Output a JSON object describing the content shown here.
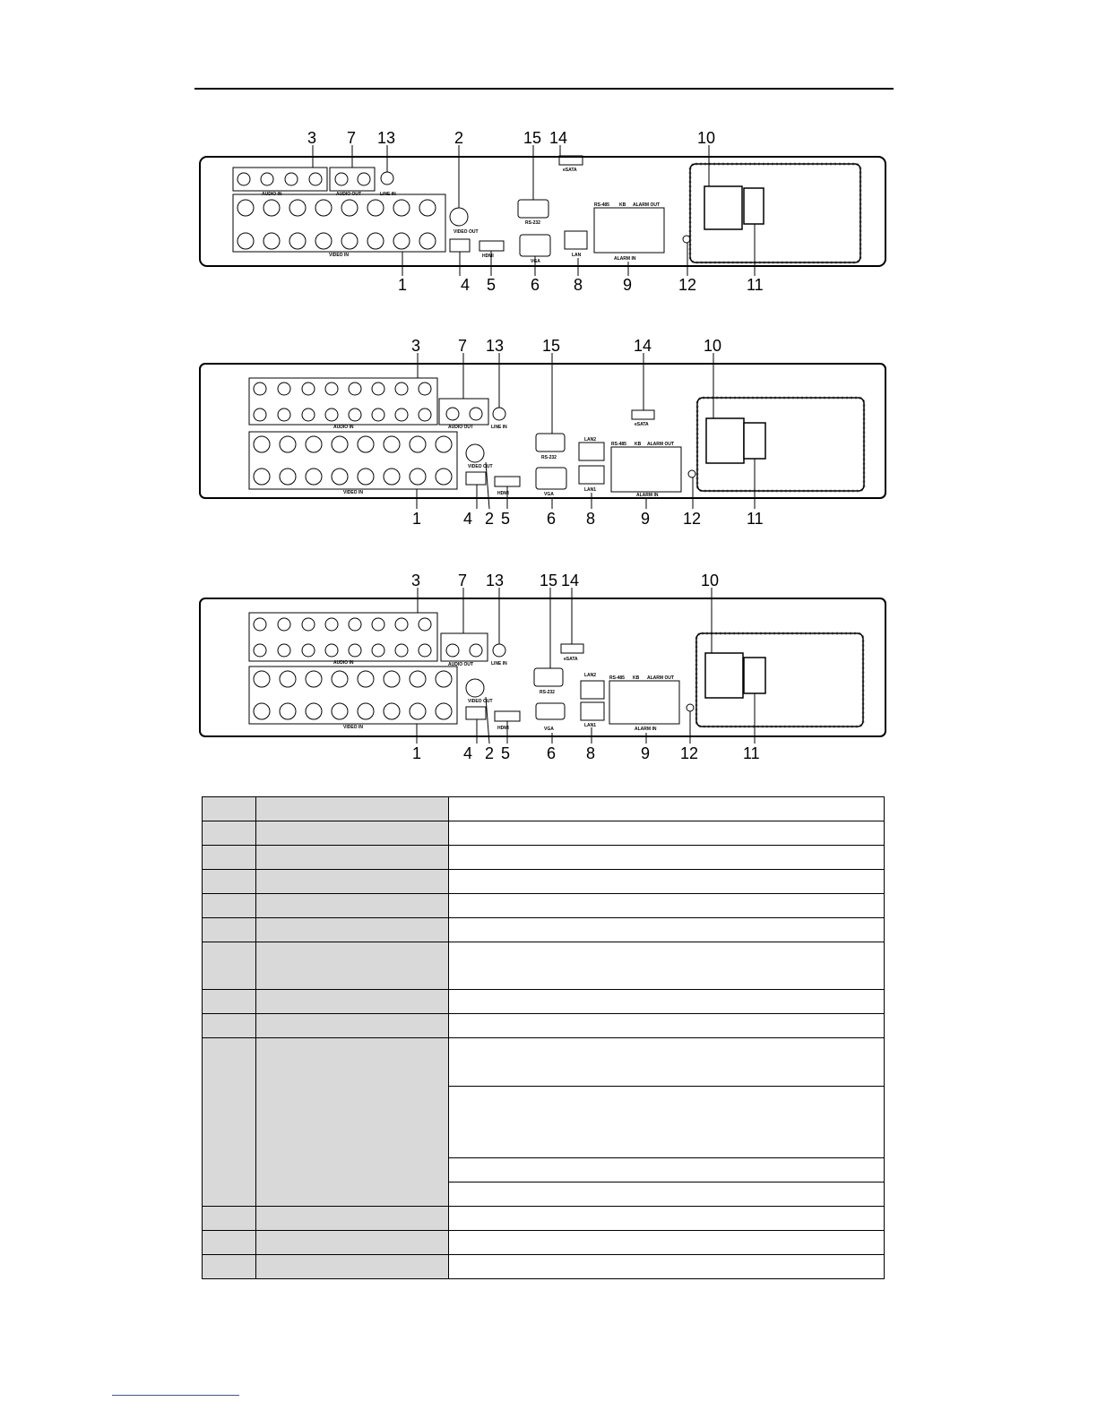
{
  "panels": [
    {
      "callouts": [
        "3",
        "7",
        "13",
        "2",
        "15",
        "14",
        "10",
        "1",
        "4",
        "5",
        "6",
        "8",
        "9",
        "12",
        "11"
      ],
      "labels": {
        "audio_in": "AUDIO IN",
        "audio_out": "AUDIO OUT",
        "line_in": "LINE IN",
        "video_in": "VIDEO IN",
        "video_out": "VIDEO OUT",
        "rs232": "RS-232",
        "esata": "eSATA",
        "hdmi": "HDMI",
        "vga": "VGA",
        "lan": "LAN",
        "rs485": "RS-485",
        "kb": "KB",
        "alarm_out": "ALARM OUT",
        "alarm_in": "ALARM IN"
      }
    },
    {
      "callouts": [
        "3",
        "7",
        "13",
        "15",
        "14",
        "10",
        "1",
        "4",
        "2",
        "5",
        "6",
        "8",
        "9",
        "12",
        "11"
      ],
      "labels": {
        "audio_in": "AUDIO IN",
        "audio_out": "AUDIO OUT",
        "line_in": "LINE IN",
        "video_in": "VIDEO IN",
        "video_out": "VIDEO OUT",
        "rs232": "RS-232",
        "esata": "eSATA",
        "hdmi": "HDMI",
        "vga": "VGA",
        "lan2": "LAN2",
        "lan1": "LAN1",
        "rs485": "RS-485",
        "kb": "KB",
        "alarm_out": "ALARM OUT",
        "alarm_in": "ALARM IN"
      }
    },
    {
      "callouts": [
        "3",
        "7",
        "13",
        "15",
        "14",
        "10",
        "1",
        "4",
        "2",
        "5",
        "6",
        "8",
        "9",
        "12",
        "11"
      ],
      "labels": {
        "audio_in": "AUDIO IN",
        "audio_out": "AUDIO OUT",
        "line_in": "LINE IN",
        "video_in": "VIDEO IN",
        "video_out": "VIDEO OUT",
        "rs232": "RS-232",
        "esata": "eSATA",
        "hdmi": "HDMI",
        "vga": "VGA",
        "lan2": "LAN2",
        "lan1": "LAN1",
        "rs485": "RS-485",
        "kb": "KB",
        "alarm_out": "ALARM OUT",
        "alarm_in": "ALARM IN"
      }
    }
  ]
}
